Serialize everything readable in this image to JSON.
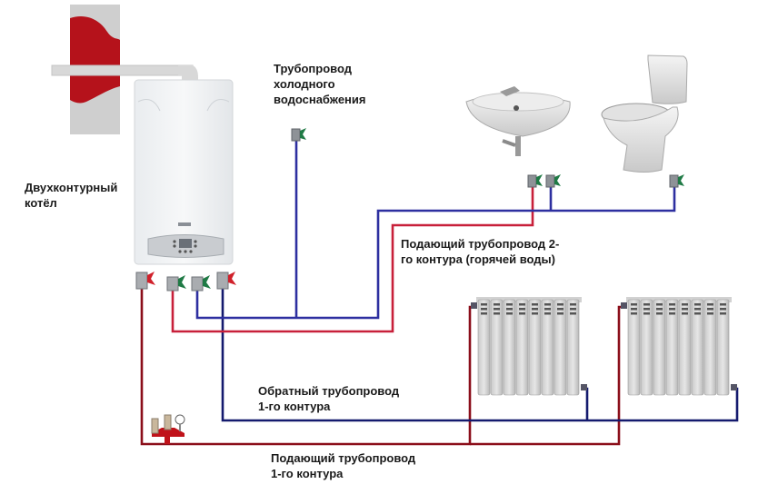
{
  "diagram": {
    "title": "Double-circuit boiler piping scheme",
    "colors": {
      "hot_water_pipe": "#c8203a",
      "cold_water_pipe": "#2d2fa0",
      "heating_supply_pipe": "#8b0e1a",
      "heating_return_pipe": "#141a6e",
      "chimney_wall": "#b5121b",
      "valve_green": "#1f7a45",
      "valve_red": "#d0202a"
    },
    "labels": {
      "boiler": [
        "Двухконтурный",
        "котёл"
      ],
      "cold_water": [
        "Трубопровод",
        "холодного",
        "водоснабжения"
      ],
      "hot_supply_2": [
        "Подающий трубопровод 2-",
        "го контура (горячей воды)"
      ],
      "return_1": [
        "Обратный трубопровод",
        "1-го контура"
      ],
      "supply_1": [
        "Подающий трубопровод",
        "1-го контура"
      ]
    },
    "components": {
      "boiler": "boiler",
      "sink": "washbasin",
      "toilet": "toilet",
      "radiators": [
        "radiator-1",
        "radiator-2"
      ],
      "radiator_sections": 8,
      "safety_group": "safety-group"
    }
  }
}
